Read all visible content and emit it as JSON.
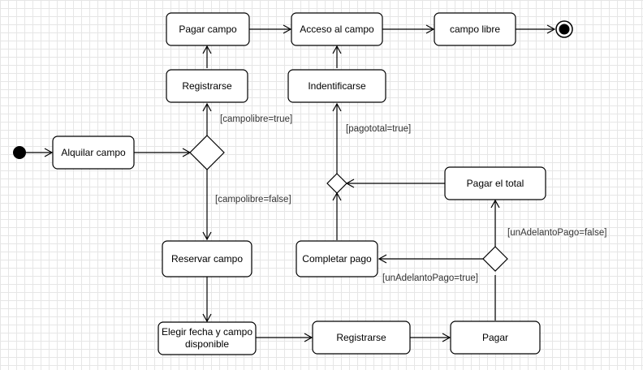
{
  "diagram": {
    "nodes": {
      "alquilar_campo": "Alquilar campo",
      "registrarse_top": "Registrarse",
      "pagar_campo": "Pagar campo",
      "acceso_campo": "Acceso al campo",
      "campo_libre": "campo libre",
      "identificarse": "Indentificarse",
      "pagar_total": "Pagar el total",
      "reservar_campo": "Reservar campo",
      "completar_pago": "Completar pago",
      "elegir_fecha_line1": "Elegir fecha y campo",
      "elegir_fecha_line2": "disponible",
      "registrarse_bottom": "Registrarse",
      "pagar": "Pagar"
    },
    "guards": {
      "campolibre_true": "[campolibre=true]",
      "campolibre_false": "[campolibre=false]",
      "pagototal_true": "[pagototal=true]",
      "adelanto_false": "[unAdelantoPago=false]",
      "adelanto_true": "[unAdelantoPago=true]"
    }
  }
}
